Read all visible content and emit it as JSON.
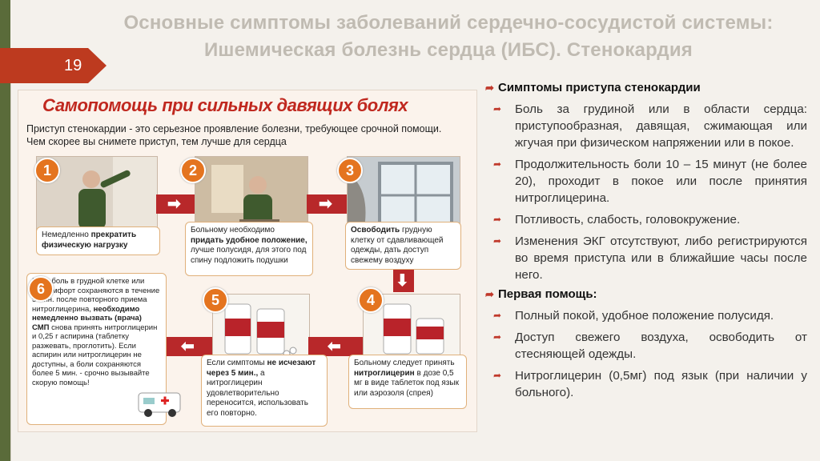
{
  "slide": {
    "title": "Основные симптомы заболеваний сердечно-сосудистой системы: Ишемическая болезнь сердца (ИБС). Стенокардия",
    "number": "19"
  },
  "infographic": {
    "title": "Самопомощь при сильных давящих болях",
    "intro": "Приступ стенокардии - это серьезное проявление болезни, требующее срочной помощи. Чем скорее вы снимете приступ, тем лучше для сердца",
    "steps": [
      {
        "num": "1",
        "text_a": "Немедленно ",
        "text_b": "прекратить физическую нагрузку",
        "text_c": ""
      },
      {
        "num": "2",
        "text_a": "Больному необходимо ",
        "text_b": "придать удобное положение,",
        "text_c": " лучше полусидя, для этого под спину подложить подушки"
      },
      {
        "num": "3",
        "text_a": "",
        "text_b": "Освободить",
        "text_c": " грудную клетку от сдавливающей одежды, дать доступ свежему воздуху"
      },
      {
        "num": "4",
        "text_a": "Больному следует принять ",
        "text_b": "нитроглицерин",
        "text_c": " в дозе 0,5 мг в виде таблеток под язык или аэрозоля (спрея)"
      },
      {
        "num": "5",
        "text_a": "Если симптомы ",
        "text_b": "не исчезают через 5 мин.,",
        "text_c": " а нитроглицерин удовлетворительно переносится, использовать его повторно."
      },
      {
        "num": "6",
        "text_a": "Если боль в грудной клетке или дискомфорт сохраняются в течение 5 мин. после повторного приема нитроглицерина, ",
        "text_b": "необходимо немедленно вызвать (врача) СМП",
        "text_c": " снова принять нитроглицерин и 0,25 г аспирина (таблетку разжевать, проглотить). Если аспирин или нитроглицерин не доступны, а боли сохраняются более 5 мин. - срочно вызывайте скорую помощь!"
      }
    ]
  },
  "sections": [
    {
      "heading": "Симптомы приступа стенокардии",
      "items": [
        "Боль за грудиной или в области сердца: приступообразная, давящая, сжимающая или жгучая при физическом напряжении или в покое.",
        "Продолжительность боли 10 – 15 минут (не более 20), проходит в покое или после принятия нитроглицерина.",
        "Потливость, слабость, головокружение.",
        "Изменения ЭКГ отсутствуют, либо регистрируются во время приступа или в ближайшие часы после него."
      ]
    },
    {
      "heading": "Первая помощь:",
      "items": [
        "Полный покой, удобное положение полусидя.",
        "Доступ свежего воздуха, освободить от стесняющей одежды.",
        "Нитроглицерин (0,5мг) под язык (при наличии у больного)."
      ]
    }
  ],
  "icons": {
    "bullet": "arrow-bullet-icon"
  },
  "colors": {
    "accent": "#bd3a1f",
    "title": "#c0bbb2",
    "sidebar": "#5a6b3a",
    "infographic_title": "#c0281f",
    "step_badge": "#e4741f"
  }
}
